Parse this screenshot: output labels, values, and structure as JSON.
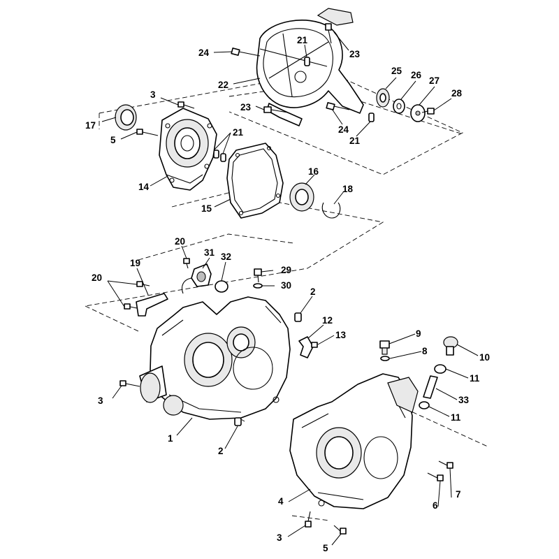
{
  "callouts": [
    {
      "id": "c1",
      "text": "1"
    },
    {
      "id": "c2a",
      "text": "2"
    },
    {
      "id": "c2b",
      "text": "2"
    },
    {
      "id": "c3a",
      "text": "3"
    },
    {
      "id": "c3b",
      "text": "3"
    },
    {
      "id": "c3c",
      "text": "3"
    },
    {
      "id": "c4",
      "text": "4"
    },
    {
      "id": "c5a",
      "text": "5"
    },
    {
      "id": "c5b",
      "text": "5"
    },
    {
      "id": "c6",
      "text": "6"
    },
    {
      "id": "c7",
      "text": "7"
    },
    {
      "id": "c8",
      "text": "8"
    },
    {
      "id": "c9",
      "text": "9"
    },
    {
      "id": "c10",
      "text": "10"
    },
    {
      "id": "c11a",
      "text": "11"
    },
    {
      "id": "c11b",
      "text": "11"
    },
    {
      "id": "c12",
      "text": "12"
    },
    {
      "id": "c13",
      "text": "13"
    },
    {
      "id": "c14",
      "text": "14"
    },
    {
      "id": "c15",
      "text": "15"
    },
    {
      "id": "c16",
      "text": "16"
    },
    {
      "id": "c17",
      "text": "17"
    },
    {
      "id": "c18",
      "text": "18"
    },
    {
      "id": "c19",
      "text": "19"
    },
    {
      "id": "c20a",
      "text": "20"
    },
    {
      "id": "c20b",
      "text": "20"
    },
    {
      "id": "c21a",
      "text": "21"
    },
    {
      "id": "c21b",
      "text": "21"
    },
    {
      "id": "c21c",
      "text": "21"
    },
    {
      "id": "c22",
      "text": "22"
    },
    {
      "id": "c23a",
      "text": "23"
    },
    {
      "id": "c23b",
      "text": "23"
    },
    {
      "id": "c24a",
      "text": "24"
    },
    {
      "id": "c24b",
      "text": "24"
    },
    {
      "id": "c25",
      "text": "25"
    },
    {
      "id": "c26",
      "text": "26"
    },
    {
      "id": "c27",
      "text": "27"
    },
    {
      "id": "c28",
      "text": "28"
    },
    {
      "id": "c29",
      "text": "29"
    },
    {
      "id": "c30",
      "text": "30"
    },
    {
      "id": "c31",
      "text": "31"
    },
    {
      "id": "c32",
      "text": "32"
    },
    {
      "id": "c33",
      "text": "33"
    }
  ]
}
